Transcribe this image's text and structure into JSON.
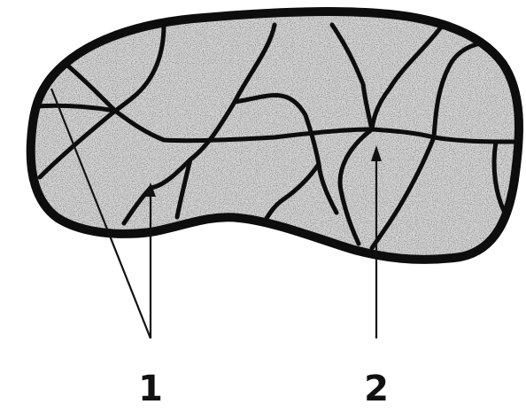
{
  "diagram": {
    "labels": [
      {
        "id": "1",
        "text": "1"
      },
      {
        "id": "2",
        "text": "2"
      }
    ]
  },
  "colors": {
    "outline": "#0d0d0d",
    "fill": "#d6d6d6",
    "grain": "#6a6a6a",
    "background": "#ffffff"
  }
}
